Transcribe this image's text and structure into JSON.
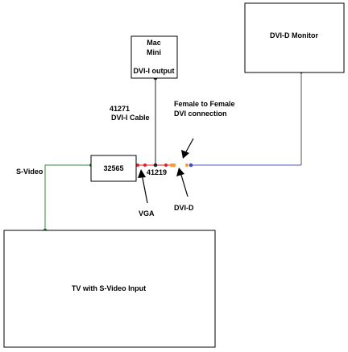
{
  "boxes": {
    "mac_mini": {
      "line1": "Mac",
      "line2": "Mini",
      "line3": "DVI-I output"
    },
    "dvi_monitor": {
      "label": "DVI-D Monitor"
    },
    "converter": {
      "label": "32565"
    },
    "tv": {
      "label": "TV with S-Video Input"
    }
  },
  "labels": {
    "cable_part": "41271",
    "cable_name": "DVI-I Cable",
    "connection_line1": "Female to Female",
    "connection_line2": "DVI connection",
    "svideo": "S-Video",
    "adapter_part": "41219",
    "vga": "VGA",
    "dvid": "DVI-D"
  },
  "colors": {
    "svideo_line": "#3a8a3a",
    "mac_line": "#222222",
    "vga_line": "#dd2222",
    "dvi_line": "#5555bb",
    "monitor_line": "#555555"
  }
}
